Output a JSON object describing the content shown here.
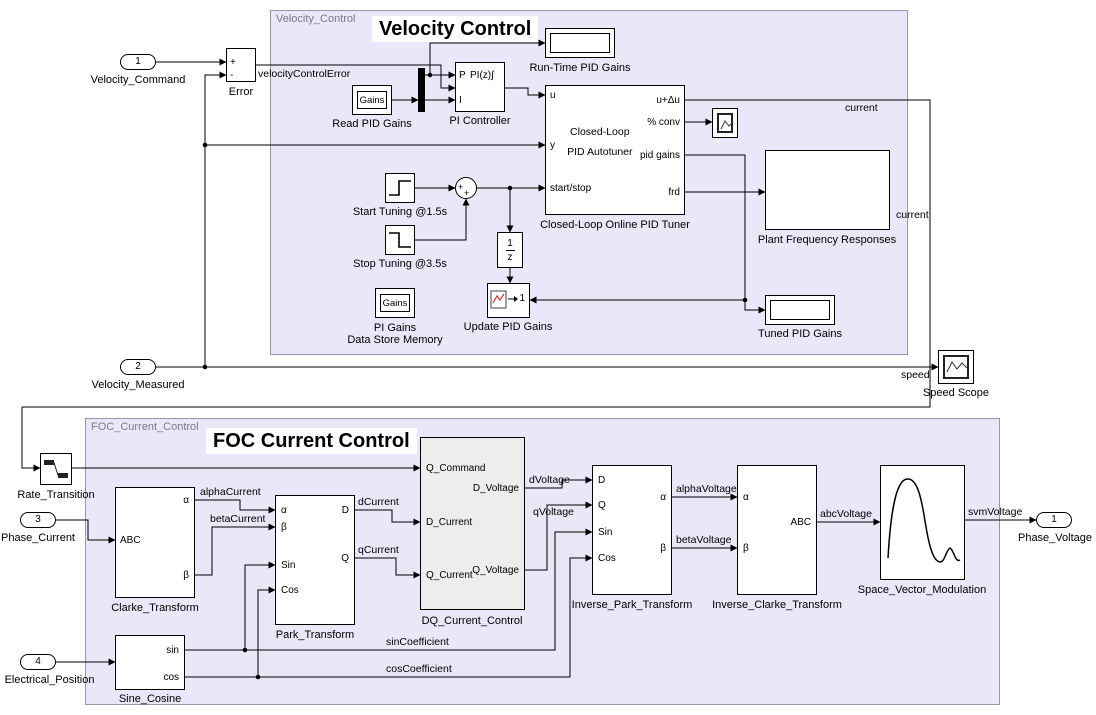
{
  "colors": {
    "subsystem_fill": "#E8E8F8",
    "subsystem_border": "#9596B4",
    "block_border": "#000000",
    "dq_block_fill": "#EDEDED",
    "update_trace_red": "#CC3333"
  },
  "velocity": {
    "frame_label": "Velocity_Control",
    "title": "Velocity Control",
    "port1": {
      "num": "1",
      "label": "Velocity_Command"
    },
    "port2": {
      "num": "2",
      "label": "Velocity_Measured"
    },
    "error": {
      "plus": "+",
      "minus": "-",
      "label": "Error"
    },
    "signal_error": "velocityControlError",
    "read_gains": {
      "store": "Gains",
      "label": "Read PID Gains"
    },
    "pi": {
      "p": "P",
      "center": "PI(z)∫",
      "i": "I",
      "label": "PI Controller"
    },
    "runtime_display": {
      "label": "Run-Time PID Gains"
    },
    "tuner": {
      "in_u": "u",
      "in_y": "y",
      "in_startstop": "start/stop",
      "out_u": "u+Δu",
      "out_conv": "% conv",
      "out_gains": "pid gains",
      "out_frd": "frd",
      "name1": "Closed-Loop",
      "name2": "PID Autotuner",
      "label": "Closed-Loop Online PID Tuner"
    },
    "plant_display": {
      "label": "Plant Frequency Responses"
    },
    "start_step": {
      "label": "Start Tuning @1.5s"
    },
    "stop_step": {
      "label": "Stop Tuning @3.5s"
    },
    "sum": {
      "sign1": "+",
      "sign2": "+"
    },
    "delay": {
      "num": "1",
      "den": "z"
    },
    "update": {
      "badge": "1",
      "label": "Update PID Gains"
    },
    "datastore": {
      "store": "Gains",
      "label1": "PI Gains",
      "label2": "Data Store Memory"
    },
    "tuned_display": {
      "label": "Tuned PID Gains"
    },
    "speed_scope": {
      "label": "Speed Scope"
    },
    "signal_current1": "current",
    "signal_current2": "current",
    "signal_speed": "speed"
  },
  "foc": {
    "frame_label": "FOC_Current_Control",
    "title": "FOC Current Control",
    "rate": {
      "label": "Rate_Transition"
    },
    "port3": {
      "num": "3",
      "label": "Phase_Current"
    },
    "port4": {
      "num": "4",
      "label": "Electrical_Position"
    },
    "out1": {
      "num": "1",
      "label": "Phase_Voltage"
    },
    "clarke": {
      "in1": "ABC",
      "out1": "α",
      "out2": "β",
      "label": "Clarke_Transform"
    },
    "park": {
      "in1": "α",
      "in2": "β",
      "in3": "Sin",
      "in4": "Cos",
      "out1": "D",
      "out2": "Q",
      "label": "Park_Transform"
    },
    "dq": {
      "in1": "Q_Command",
      "in2": "D_Current",
      "in3": "Q_Current",
      "out1": "D_Voltage",
      "out2": "Q_Voltage",
      "label": "DQ_Current_Control"
    },
    "inv_park": {
      "in1": "D",
      "in2": "Q",
      "in3": "Sin",
      "in4": "Cos",
      "out1": "α",
      "out2": "β",
      "label": "Inverse_Park_Transform"
    },
    "inv_clarke": {
      "in1": "α",
      "in2": "β",
      "out1": "ABC",
      "label": "Inverse_Clarke_Transform"
    },
    "svm": {
      "label": "Space_Vector_Modulation"
    },
    "sine_cosine": {
      "out1": "sin",
      "out2": "cos",
      "label": "Sine_Cosine"
    },
    "signals": {
      "alphaCurrent": "alphaCurrent",
      "betaCurrent": "betaCurrent",
      "dCurrent": "dCurrent",
      "qCurrent": "qCurrent",
      "dVoltage": "dVoltage",
      "qVoltage": "qVoltage",
      "alphaVoltage": "alphaVoltage",
      "betaVoltage": "betaVoltage",
      "abcVoltage": "abcVoltage",
      "svmVoltage": "svmVoltage",
      "sinCoefficient": "sinCoefficient",
      "cosCoefficient": "cosCoefficient"
    }
  }
}
